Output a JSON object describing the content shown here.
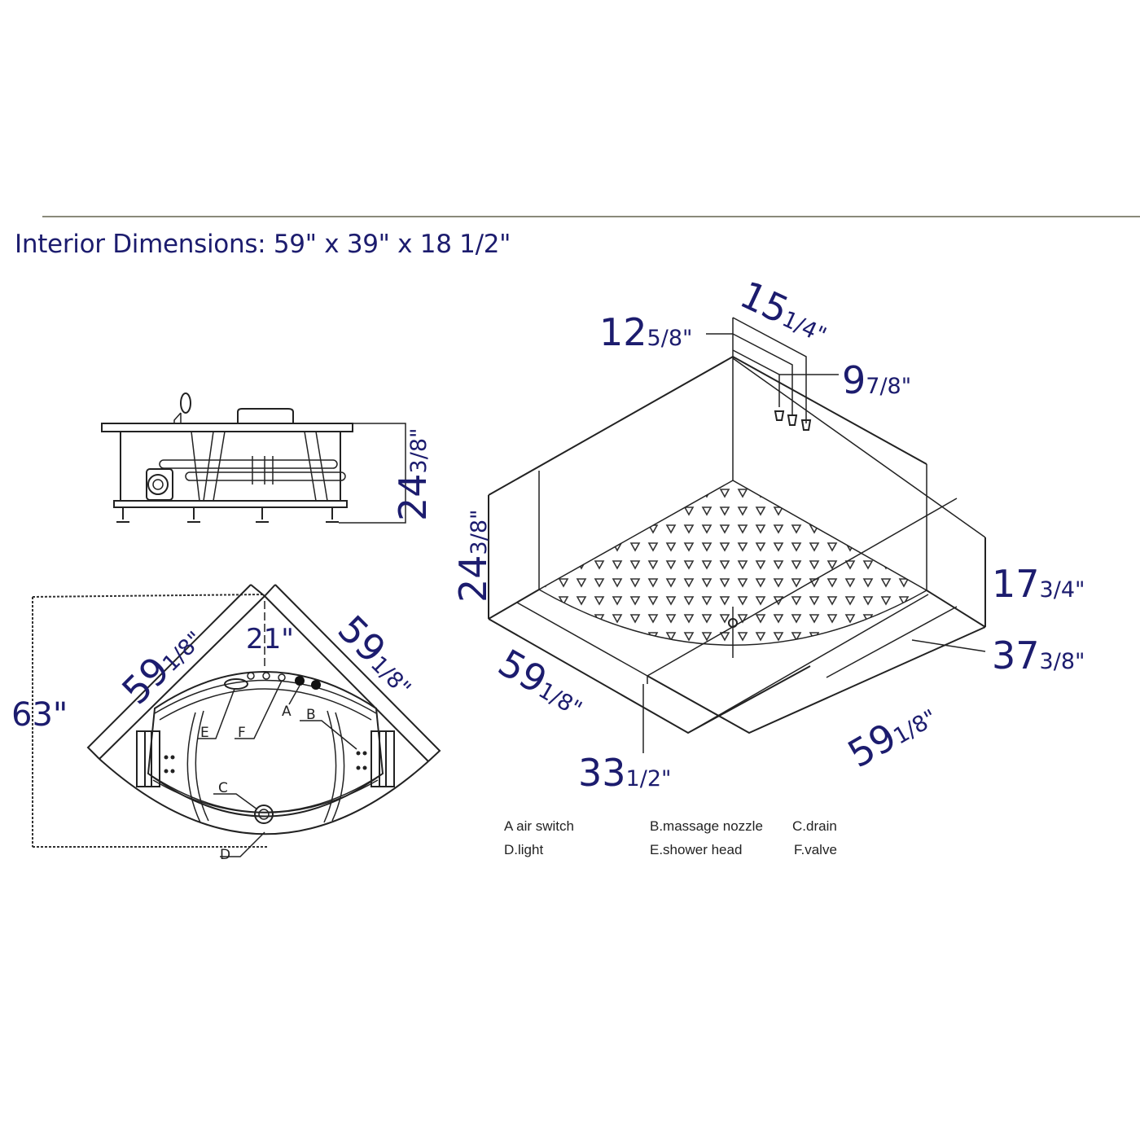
{
  "header": {
    "title": "Interior Dimensions: 59\" x 39\" x 18 1/2\""
  },
  "side_view": {
    "height_dim": {
      "whole": "24",
      "fraction": "3/8\""
    }
  },
  "top_view": {
    "overall_height": {
      "whole": "63\""
    },
    "left_edge": {
      "whole": "59",
      "fraction": "1/8\""
    },
    "right_edge": {
      "whole": "59",
      "fraction": "1/8\""
    },
    "apex_depth": {
      "whole": "21\""
    },
    "callouts": [
      "A",
      "B",
      "C",
      "D",
      "E",
      "F"
    ]
  },
  "iso_view": {
    "fixture_height_1": {
      "whole": "12",
      "fraction": "5/8\""
    },
    "fixture_height_2": {
      "whole": "15",
      "fraction": "1/4\""
    },
    "fixture_height_3": {
      "whole": "9",
      "fraction": "7/8\""
    },
    "total_height": {
      "whole": "24",
      "fraction": "3/8\""
    },
    "inner_height": {
      "whole": "17",
      "fraction": "3/4\""
    },
    "front_depth": {
      "whole": "37",
      "fraction": "3/8\""
    },
    "left_length": {
      "whole": "59",
      "fraction": "1/8\""
    },
    "right_length": {
      "whole": "59",
      "fraction": "1/8\""
    },
    "drain_offset": {
      "whole": "33",
      "fraction": "1/2\""
    }
  },
  "legend": {
    "items": [
      {
        "key": "A",
        "label": "A air switch"
      },
      {
        "key": "B",
        "label": "B.massage nozzle"
      },
      {
        "key": "C",
        "label": "C.drain"
      },
      {
        "key": "D",
        "label": "D.light"
      },
      {
        "key": "E",
        "label": "E.shower head"
      },
      {
        "key": "F",
        "label": "F.valve"
      }
    ]
  },
  "colors": {
    "dimension_text": "#1c1c6e",
    "line_art": "#222222",
    "divider": "#8a8a7a"
  }
}
